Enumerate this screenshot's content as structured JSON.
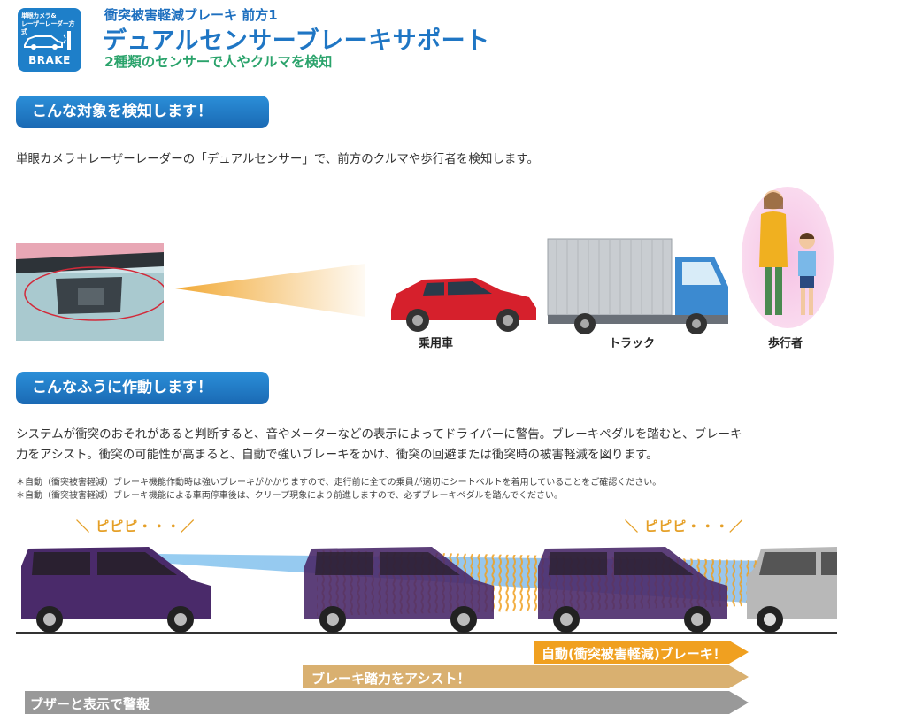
{
  "header": {
    "badge_top_line1": "単眼カメラ&",
    "badge_top_line2": "レーザーレーダー方式",
    "badge_label": "BRAKE",
    "kicker": "衝突被害軽減ブレーキ 前方1",
    "title": "デュアルセンサーブレーキサポート",
    "subtitle": "2種類のセンサーで人やクルマを検知"
  },
  "section1": {
    "heading": "こんな対象を検知します！",
    "text": "単眼カメラ＋レーザーレーダーの「デュアルセンサー」で、前方のクルマや歩行者を検知します。",
    "targets": [
      {
        "label": "乗用車",
        "icon": "car-icon"
      },
      {
        "label": "トラック",
        "icon": "truck-icon"
      },
      {
        "label": "歩行者",
        "icon": "pedestrian-icon"
      }
    ]
  },
  "section2": {
    "heading": "こんなふうに作動します！",
    "text_line1": "システムが衝突のおそれがあると判断すると、音やメーターなどの表示によってドライバーに警告。ブレーキペダルを踏むと、ブレーキ",
    "text_line2": "力をアシスト。衝突の可能性が高まると、自動で強いブレーキをかけ、衝突の回避または衝突時の被害軽減を図ります。",
    "note1": "＊自動（衝突被害軽減）ブレーキ機能作動時は強いブレーキがかかりますので、走行前に全ての乗員が適切にシートベルトを着用していることをご確認ください。",
    "note2": "＊自動（衝突被害軽減）ブレーキ機能による車両停車後は、クリープ現象により前進しますので、必ずブレーキペダルを踏んでください。",
    "beep_left": "＼ ピピピ・・・／",
    "beep_right": "＼ ピピピ・・・／",
    "stages": [
      {
        "label": "自動(衝突被害軽減)ブレーキ！",
        "color": "#f0a020"
      },
      {
        "label": "ブレーキ踏力をアシスト！",
        "color": "#d9b070"
      },
      {
        "label": "ブザーと表示で警報",
        "color": "#999999"
      }
    ]
  },
  "colors": {
    "brand_blue": "#1f76c4",
    "green": "#2aa36b",
    "van_purple": "#4a2a6a",
    "beam_blue": "#5aa0e0",
    "beam_orange": "#f0a020"
  }
}
